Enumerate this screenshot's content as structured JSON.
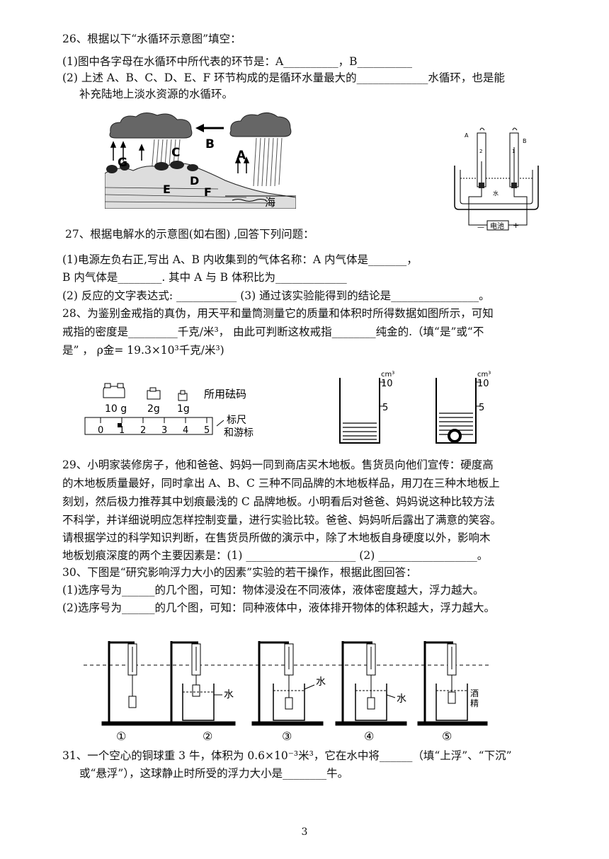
{
  "q26": {
    "title": "26、根据以下“水循环示意图”填空：",
    "l1": "(1)图中各字母在水循环中所代表的环节是：A__________，B__________",
    "l2": "(2) 上述 A、B、C、D、E、F 环节构成的是循环水量最大的_____________水循环，也是能",
    "l3": "补充陆地上淡水资源的水循环。",
    "fig_labels": {
      "A": "A",
      "B": "B",
      "C": "C",
      "D": "D",
      "E": "E",
      "F": "F",
      "G": "G",
      "sea": "海"
    }
  },
  "q27": {
    "title": "27、根据电解水的示意图(如右图) ,回答下列问题：",
    "l1": "(1)电源左负右正,写出 A、B 内收集到的气体名称：A 内气体是_______，",
    "l2": "B 内气体是________.   其中 A 与 B 体积比为_____________",
    "l3": "(2) 反应的文字表达式: ___________ (3) 通过该实验能得到的结论是________________。",
    "fig_labels": {
      "a": "A",
      "b": "B",
      "water": "水",
      "battery": "电池",
      "plus": "+",
      "minus": "—",
      "tube_a_digit": "2",
      "tube_b_digit": "1"
    }
  },
  "q28": {
    "l1": "28、为鉴别金戒指的真伪，用天平和量筒测量它的质量和体积时所得数据如图所示，可知",
    "l2": "戒指的密度是_________千克/米³， 由此可判断这枚戒指________纯金的.（填“是”或“不",
    "l3": "是”  ，  ρ金= 19.3×10³千克/米³)",
    "fig": {
      "weights": [
        "10 g",
        "2g",
        "1g"
      ],
      "weights_label": "所用砝码",
      "scale_label_1": "标尺",
      "scale_label_2": "和游标",
      "scale_ticks": [
        "0",
        "1",
        "2",
        "3",
        "4",
        "5"
      ],
      "cyl_unit": "cm³",
      "cyl_10": "10",
      "cyl_5": "5"
    }
  },
  "q29": {
    "l1": "29、小明家装修房子，他和爸爸、妈妈一同到商店买木地板。售货员向他们宣传：硬度高",
    "l2": "的木地板质量最好，同时拿出 A、B、C 三种不同品牌的木地板样品，用刀在三种木地板上",
    "l3": "刻划，然后极力推荐其中划痕最浅的 C 品牌地板。小明看后对爸爸、妈妈说这种比较方法",
    "l4": "不科学，并详细说明应怎样控制变量，进行实验比较。爸爸、妈妈听后露出了满意的笑容。",
    "l5": "请根据学过的科学知识判断，在售货员所做的演示中，除了木地板自身硬度以外，影响木",
    "l6": "地板划痕深度的两个主要因素是：(1) ____________________ (2) __________________。"
  },
  "q30": {
    "title": "30、下图是“研究影响浮力大小的因素”实验的若干操作，根据此图回答：",
    "l1": "(1)选序号为______的几个图，可知：物体浸没在不同液体，液体密度越大，浮力越大。",
    "l2": "(2)选序号为______的几个图，可知：同种液体中，液体排开物体的体积越大，浮力越大。",
    "fig": {
      "nums": [
        "①",
        "②",
        "③",
        "④",
        "⑤"
      ],
      "water": "水",
      "alcohol_1": "酒",
      "alcohol_2": "精"
    }
  },
  "q31": {
    "l1": "31、一个空心的铜球重 3 牛，体积为 0.6×10⁻³米³，它在水中将______（填“上浮”、“下沉”",
    "l2": "或“悬浮”），这球静止时所受的浮力大小是________牛。"
  },
  "page_number": "3"
}
